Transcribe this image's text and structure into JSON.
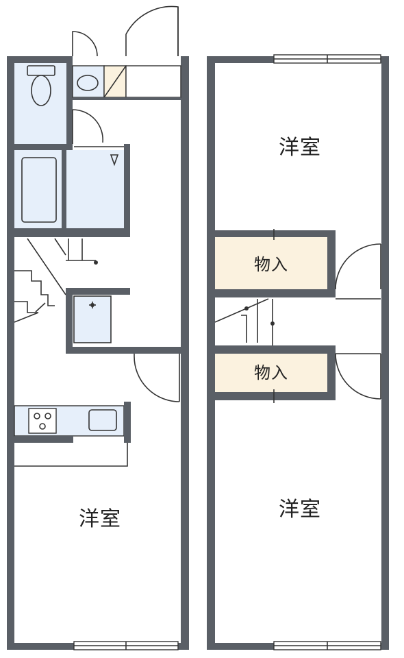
{
  "floor1": {
    "room_western_label": "洋室"
  },
  "floor2": {
    "room_top_label": "洋室",
    "storage_top_label": "物入",
    "storage_bottom_label": "物入",
    "room_bottom_label": "洋室"
  },
  "colors": {
    "wall": "#5a5f66",
    "fixture_fill": "#e6effa",
    "closet_fill": "#fbf2df",
    "line": "#333333",
    "background": "#ffffff"
  }
}
